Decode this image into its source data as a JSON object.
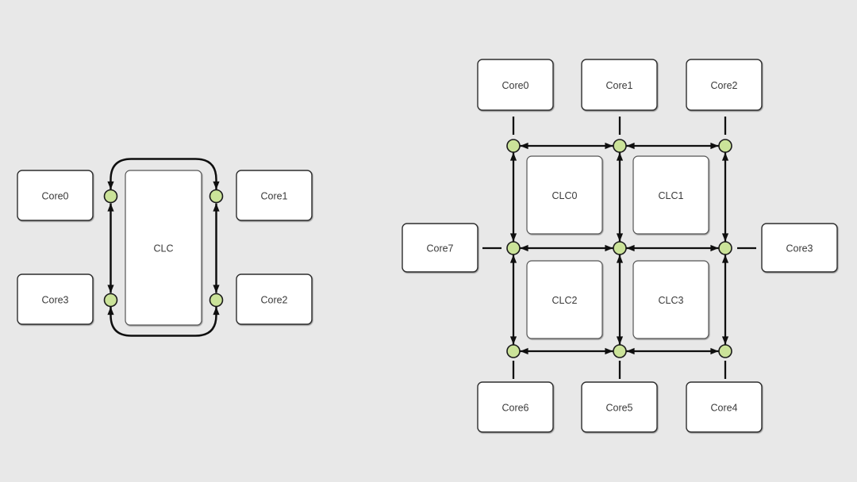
{
  "colors": {
    "background": "#e8e8e8",
    "box_fill": "#ffffff",
    "core_box_stroke": "#2e2e2e",
    "clc_box_stroke": "#555555",
    "node_fill": "#cbe399",
    "node_stroke": "#1a1a1a",
    "line": "#0f0f0f",
    "text": "#3a3a3a"
  },
  "left_diagram": {
    "clc": {
      "label": "CLC"
    },
    "cores": [
      {
        "label": "Core0"
      },
      {
        "label": "Core1"
      },
      {
        "label": "Core2"
      },
      {
        "label": "Core3"
      }
    ]
  },
  "right_diagram": {
    "clcs": [
      {
        "label": "CLC0"
      },
      {
        "label": "CLC1"
      },
      {
        "label": "CLC2"
      },
      {
        "label": "CLC3"
      }
    ],
    "cores": [
      {
        "label": "Core0"
      },
      {
        "label": "Core1"
      },
      {
        "label": "Core2"
      },
      {
        "label": "Core3"
      },
      {
        "label": "Core4"
      },
      {
        "label": "Core5"
      },
      {
        "label": "Core6"
      },
      {
        "label": "Core7"
      }
    ]
  }
}
